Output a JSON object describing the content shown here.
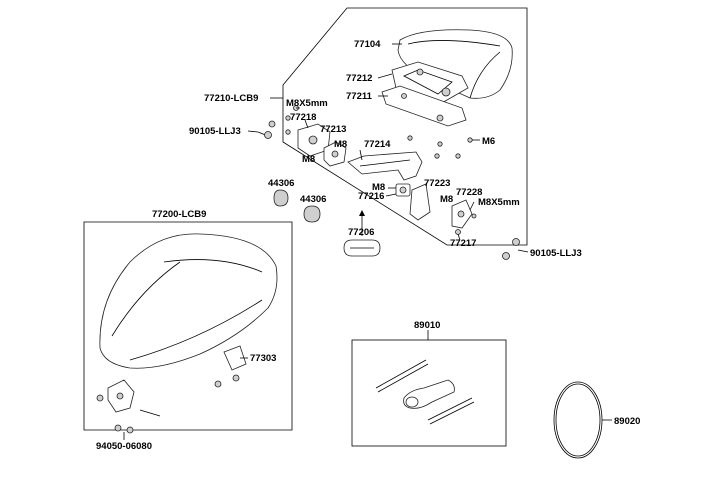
{
  "callouts": {
    "c77104": "77104",
    "c77212": "77212",
    "c77211": "77211",
    "c77210": "77210-LCB9",
    "m8x5_top": "M8X5mm",
    "c77218": "77218",
    "c90105_left": "90105-LLJ3",
    "c77213": "77213",
    "m8_a": "M8",
    "m8_b": "M8",
    "m6": "M6",
    "c77214": "77214",
    "c44306_a": "44306",
    "c44306_b": "44306",
    "m8_c": "M8",
    "c77223": "77223",
    "c77228": "77228",
    "c77216": "77216",
    "m8_d": "M8",
    "m8x5_right": "M8X5mm",
    "c77200": "77200-LCB9",
    "c77206": "77206",
    "c77217": "77217",
    "c90105_right": "90105-LLJ3",
    "c89010": "89010",
    "c77303": "77303",
    "c89020": "89020",
    "c94050": "94050-06080"
  }
}
